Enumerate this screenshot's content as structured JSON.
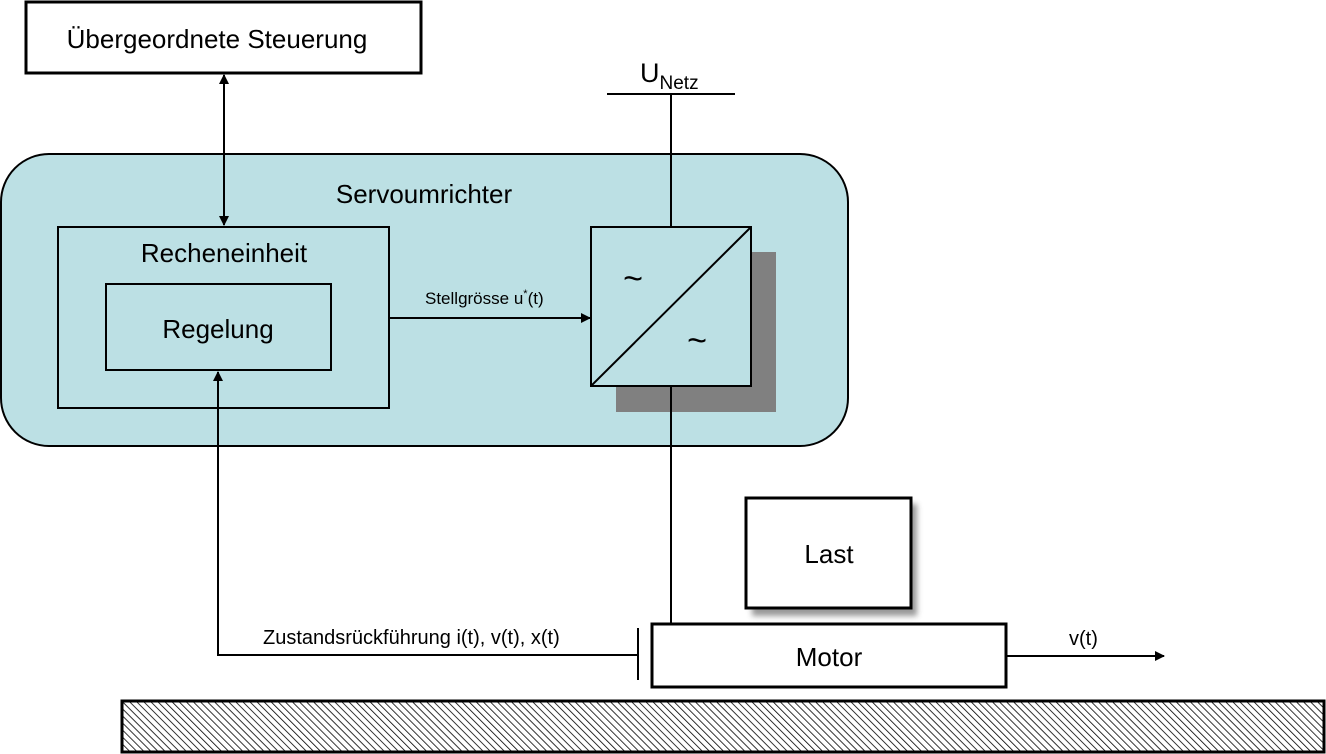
{
  "diagram": {
    "colors": {
      "servo_fill": "#bce0e4",
      "shadow": "#808080",
      "stroke": "#000000",
      "box_fill": "#ffffff"
    },
    "boxes": {
      "superior_control": "Übergeordnete Steuerung",
      "servo_converter": "Servoumrichter",
      "computing_unit": "Recheneinheit",
      "control": "Regelung",
      "load": "Last",
      "motor": "Motor"
    },
    "converter": {
      "input_symbol": "~",
      "output_symbol": "~"
    },
    "supply": {
      "label_main": "U",
      "label_sub": "Netz"
    },
    "signals": {
      "manipulated_variable_main": "Stellgrösse u",
      "manipulated_variable_sup": "*",
      "manipulated_variable_tail": "(t)",
      "state_feedback": "Zustandsrückführung i(t), v(t), x(t)",
      "velocity": "v(t)"
    }
  }
}
